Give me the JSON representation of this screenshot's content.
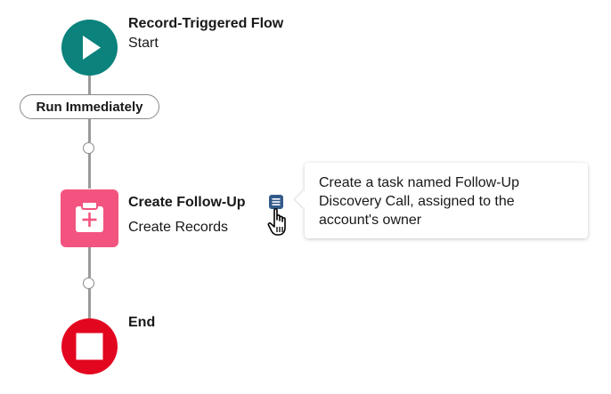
{
  "start_node": {
    "title": "Record-Triggered Flow",
    "subtitle": "Start",
    "icon": "play-icon",
    "color": "#0b827c"
  },
  "path_label": "Run Immediately",
  "create_node": {
    "title": "Create Follow-Up",
    "subtitle": "Create Records",
    "icon": "clipboard-plus-icon",
    "color": "#f2547f",
    "description_icon": "description-icon",
    "description_icon_color": "#325a8a"
  },
  "tooltip": {
    "text": "Create a task named Follow-Up Discovery Call, assigned to the account's owner"
  },
  "end_node": {
    "title": "End",
    "icon": "stop-icon",
    "color": "#e3061f"
  },
  "colors": {
    "connector_line": "#9a9a9a"
  }
}
